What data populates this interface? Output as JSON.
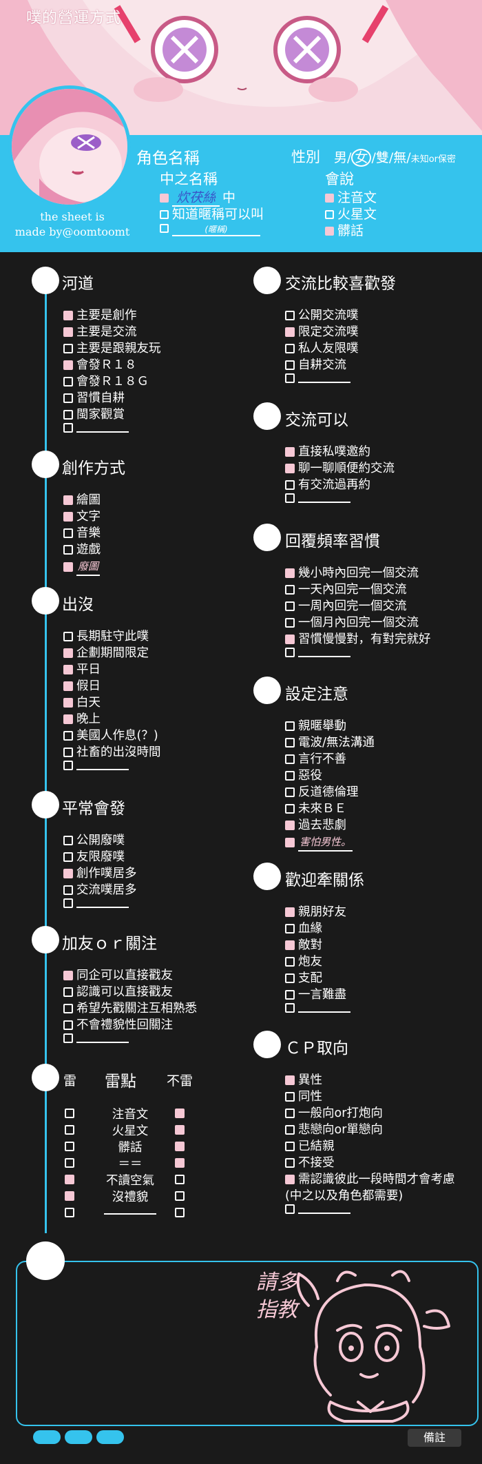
{
  "header": {
    "title": "噗的營運方式",
    "credit_line1": "the sheet is",
    "credit_line2": "made by@oomtoomt",
    "role_name_label": "角色名稱",
    "gender_label": "性別",
    "gender_options_prefix": "男/",
    "gender_selected": "女",
    "gender_options_rest": "/雙/無/",
    "gender_small": "未知or保密",
    "middle_name_label": "中之名稱",
    "middle_name_value": "炊茯絲",
    "middle_name_suffix": "中",
    "middle_know": "知道暱稱可以叫",
    "nickname_hint": "(暱稱)",
    "speak_label": "會說",
    "speak_items": [
      {
        "label": "注音文",
        "checked": true
      },
      {
        "label": "火星文",
        "checked": false
      },
      {
        "label": "髒話",
        "checked": true
      }
    ]
  },
  "sections": {
    "river": {
      "title": "河道",
      "items": [
        {
          "label": "主要是創作",
          "checked": true
        },
        {
          "label": "主要是交流",
          "checked": true
        },
        {
          "label": "主要是跟親友玩",
          "checked": false
        },
        {
          "label": "會發Ｒ１８",
          "checked": true
        },
        {
          "label": "會發Ｒ１８Ｇ",
          "checked": false
        },
        {
          "label": "習慣自耕",
          "checked": false
        },
        {
          "label": "閩家觀賞",
          "checked": false
        }
      ]
    },
    "create": {
      "title": "創作方式",
      "items": [
        {
          "label": "繪圖",
          "checked": true
        },
        {
          "label": "文字",
          "checked": true
        },
        {
          "label": "音樂",
          "checked": false
        },
        {
          "label": "遊戲",
          "checked": false
        }
      ],
      "hand": "廢圖"
    },
    "appear": {
      "title": "出沒",
      "items": [
        {
          "label": "長期駐守此噗",
          "checked": false
        },
        {
          "label": "企劃期間限定",
          "checked": true
        },
        {
          "label": "平日",
          "checked": true
        },
        {
          "label": "假日",
          "checked": true
        },
        {
          "label": "白天",
          "checked": true
        },
        {
          "label": "晚上",
          "checked": true
        },
        {
          "label": "美國人作息(？)",
          "checked": false
        },
        {
          "label": "社畜的出沒時間",
          "checked": false
        }
      ]
    },
    "usual": {
      "title": "平常會發",
      "items": [
        {
          "label": "公開廢噗",
          "checked": false
        },
        {
          "label": "友限廢噗",
          "checked": false
        },
        {
          "label": "創作噗居多",
          "checked": true
        },
        {
          "label": "交流噗居多",
          "checked": false
        }
      ]
    },
    "friend": {
      "title": "加友ｏｒ關注",
      "items": [
        {
          "label": "同企可以直接戳友",
          "checked": true
        },
        {
          "label": "認識可以直接戳友",
          "checked": false
        },
        {
          "label": "希望先戳關注互相熟悉",
          "checked": false
        },
        {
          "label": "不會禮貌性回關注",
          "checked": false
        }
      ]
    },
    "thunder": {
      "col_left": "雷",
      "col_mid": "雷點",
      "col_right": "不雷",
      "rows": [
        {
          "label": "注音文",
          "left": false,
          "right": true
        },
        {
          "label": "火星文",
          "left": false,
          "right": true
        },
        {
          "label": "髒話",
          "left": false,
          "right": true
        },
        {
          "label": "＝＝",
          "left": false,
          "right": true
        },
        {
          "label": "不讀空氣",
          "left": true,
          "right": false
        },
        {
          "label": "沒禮貌",
          "left": true,
          "right": false
        }
      ]
    },
    "exchange_pref": {
      "title": "交流比較喜歡發",
      "items": [
        {
          "label": "公開交流噗",
          "checked": false
        },
        {
          "label": "限定交流噗",
          "checked": true
        },
        {
          "label": "私人友限噗",
          "checked": false
        },
        {
          "label": "自耕交流",
          "checked": false
        }
      ]
    },
    "exchange_ok": {
      "title": "交流可以",
      "items": [
        {
          "label": "直接私噗邀約",
          "checked": true
        },
        {
          "label": "聊一聊順便約交流",
          "checked": true
        },
        {
          "label": "有交流過再約",
          "checked": false
        }
      ]
    },
    "reply": {
      "title": "回覆頻率習慣",
      "items": [
        {
          "label": "幾小時內回完一個交流",
          "checked": true
        },
        {
          "label": "一天內回完一個交流",
          "checked": false
        },
        {
          "label": "一周內回完一個交流",
          "checked": false
        },
        {
          "label": "一個月內回完一個交流",
          "checked": false
        },
        {
          "label": "習慣慢慢對，有對完就好",
          "checked": true
        }
      ]
    },
    "setting": {
      "title": "設定注意",
      "items": [
        {
          "label": "親暱舉動",
          "checked": false
        },
        {
          "label": "電波/無法溝通",
          "checked": false
        },
        {
          "label": "言行不善",
          "checked": false
        },
        {
          "label": "惡役",
          "checked": false
        },
        {
          "label": "反道德倫理",
          "checked": false
        },
        {
          "label": "未來ＢＥ",
          "checked": false
        },
        {
          "label": "過去悲劇",
          "checked": true
        }
      ],
      "hand": "害怕男性。"
    },
    "relation": {
      "title": "歡迎牽關係",
      "items": [
        {
          "label": "親朋好友",
          "checked": true
        },
        {
          "label": "血緣",
          "checked": false
        },
        {
          "label": "敵對",
          "checked": true
        },
        {
          "label": "炮友",
          "checked": false
        },
        {
          "label": "支配",
          "checked": false
        },
        {
          "label": "一言難盡",
          "checked": false
        }
      ]
    },
    "cp": {
      "title": "ＣＰ取向",
      "items": [
        {
          "label": "異性",
          "checked": true
        },
        {
          "label": "同性",
          "checked": false
        },
        {
          "label": "一般向or打炮向",
          "checked": false
        },
        {
          "label": "悲戀向or單戀向",
          "checked": false
        },
        {
          "label": "已結親",
          "checked": false
        },
        {
          "label": "不接受",
          "checked": false
        },
        {
          "label": "需認識彼此一段時間才會考慮",
          "checked": true
        }
      ],
      "note": "(中之以及角色都需要)"
    }
  },
  "notes": {
    "please": "請多指教",
    "remarks_label": "備註"
  },
  "colors": {
    "accent": "#35c3ed",
    "check": "#f6c8d5",
    "bg": "#1a1a1a"
  }
}
